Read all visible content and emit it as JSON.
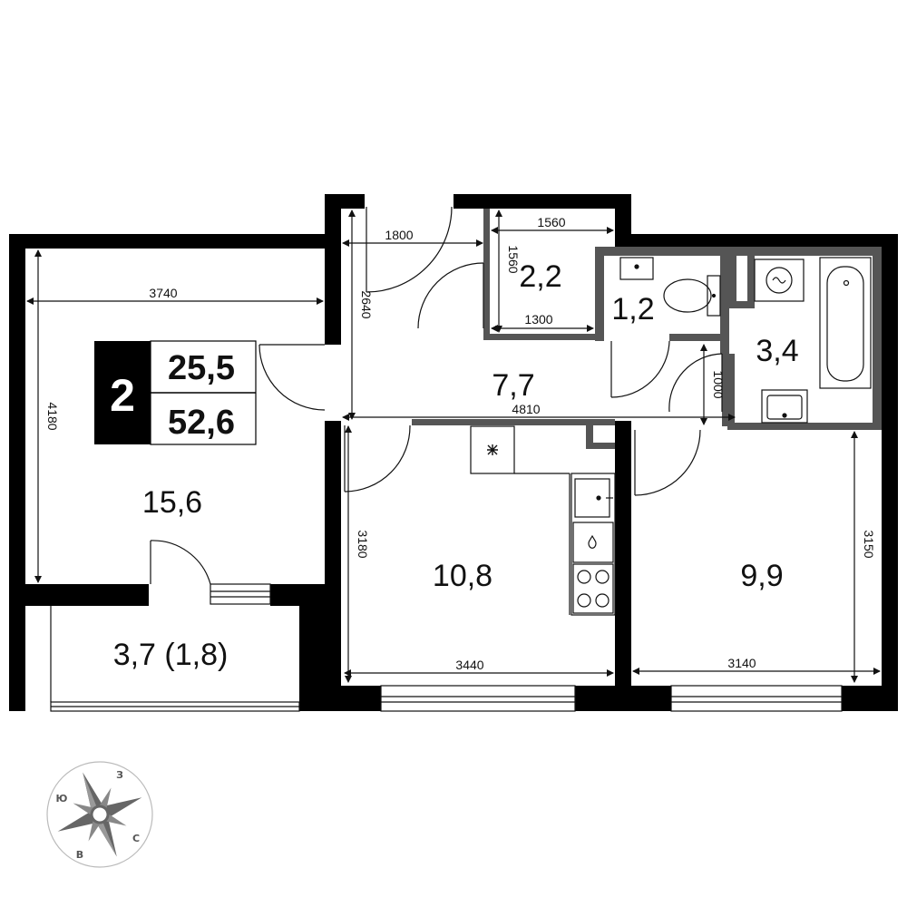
{
  "summary": {
    "rooms_count": "2",
    "living_area": "25,5",
    "total_area": "52,6"
  },
  "room_areas": {
    "living_room": "15,6",
    "balcony": "3,7 (1,8)",
    "hall": "7,7",
    "closet": "2,2",
    "toilet": "1,2",
    "bathroom": "3,4",
    "kitchen": "10,8",
    "bedroom": "9,9"
  },
  "dimensions": {
    "living_width": "3740",
    "living_depth": "4180",
    "hall_top": "1800",
    "hall_side": "2640",
    "closet_width": "1560",
    "closet_depth": "1560",
    "closet_bottom": "1300",
    "hall_length": "4810",
    "bath_door": "1000",
    "kitchen_depth": "3180",
    "kitchen_width": "3440",
    "bedroom_depth": "3150",
    "bedroom_width": "3140"
  },
  "compass": {
    "north": "С",
    "south": "Ю",
    "west": "З",
    "east": "В"
  },
  "colors": {
    "wall": "#000000",
    "partition": "#555555",
    "line": "#111111"
  }
}
